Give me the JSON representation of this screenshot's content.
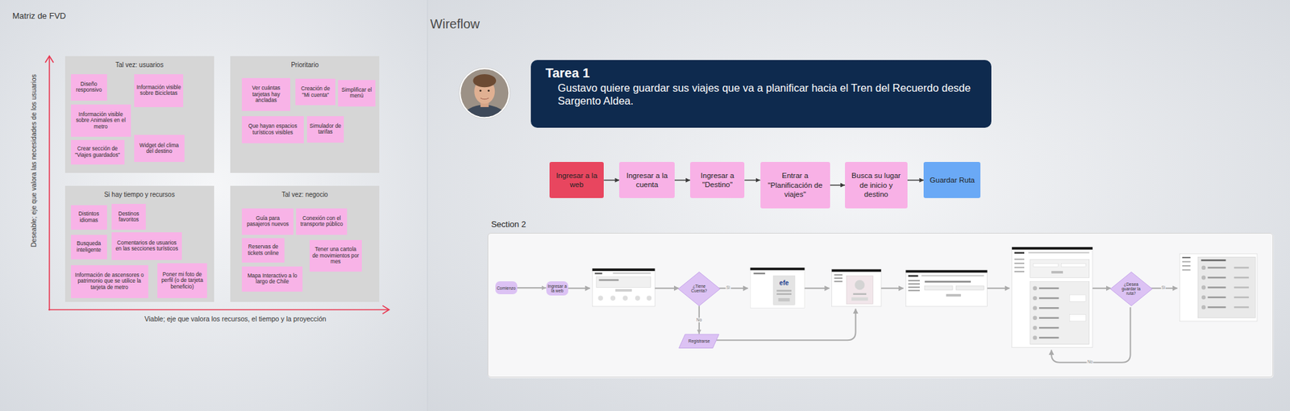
{
  "diagram": {
    "nodes": [
      {
        "text": [
          "Tal vez: usuarios"
        ]
      },
      {
        "text": [
          "Diseño responsivo"
        ],
        "in": 0
      },
      {
        "text": [
          "Información visible sobre Bicicletas"
        ],
        "in": 0
      },
      {
        "text": [
          "Información visible sobre Animales en el metro"
        ],
        "in": 0
      },
      {
        "text": [
          "Crear sección de \"Viajes guardados\""
        ],
        "in": 0
      },
      {
        "text": [
          "Widget del clima del destino"
        ],
        "in": 0
      },
      {
        "text": [
          "Prioritario"
        ]
      },
      {
        "text": [
          "Ver cuántas tarjetas hay ancladas"
        ],
        "in": 6
      },
      {
        "text": [
          "Creación de \"Mi cuenta\""
        ],
        "in": 6
      },
      {
        "text": [
          "Simplificar el menú"
        ],
        "in": 6
      },
      {
        "text": [
          "Que hayan espacios turísticos visibles"
        ],
        "in": 6
      },
      {
        "text": [
          "Simulador de tarifas"
        ],
        "in": 6
      },
      {
        "text": [
          "Si hay tiempo y recursos"
        ]
      },
      {
        "text": [
          "Distintos idiomas"
        ],
        "in": 12
      },
      {
        "text": [
          "Destinos favoritos"
        ],
        "in": 12
      },
      {
        "text": [
          "Busqueda inteligente"
        ],
        "in": 12
      },
      {
        "text": [
          "Comentarios de usuarios en las secciones turísticos"
        ],
        "in": 12
      },
      {
        "text": [
          "Información de ascensores o patrimonio que se utilice la tarjeta de metro"
        ],
        "in": 12
      },
      {
        "text": [
          "Poner mi foto de perfil (o de tarjeta beneficio)"
        ],
        "in": 12
      },
      {
        "text": [
          "Tal vez: negocio"
        ]
      },
      {
        "text": [
          "Guía para pasajeros nuevos"
        ],
        "in": 19
      },
      {
        "text": [
          "Conexión con el transporte público"
        ],
        "in": 19
      },
      {
        "text": [
          "Reservas de tickets online"
        ],
        "in": 19
      },
      {
        "text": [
          "Tener una cartola de movimientos por mes"
        ],
        "in": 19
      },
      {
        "text": [
          "Mapa Interactivo a lo largo de Chile"
        ],
        "in": 19
      },
      {
        "text": [
          "Tarea 1",
          "Gustavo quiere guardar sus viajes que va a planificar hacia el Tren del Recuerdo desde Sargento Aldea."
        ]
      },
      {
        "text": [
          "Ingresar a la web"
        ]
      },
      {
        "text": [
          "Ingresar a la cuenta"
        ]
      },
      {
        "text": [
          "Ingresar a \"Destino\""
        ]
      },
      {
        "text": [
          "Entrar a \"Planificación de viajes\""
        ]
      },
      {
        "text": [
          "Busca su lugar de inicio y destino"
        ]
      },
      {
        "text": [
          "Guardar Ruta"
        ]
      },
      {
        "text": [
          "Section 2"
        ]
      },
      {
        "text": [
          "Comienzo"
        ],
        "in": 32
      },
      {
        "text": [
          "Ingresar a la web"
        ],
        "in": 32
      },
      {
        "text": [
          "¿Tiene Cuenta?"
        ],
        "in": 32
      },
      {
        "text": [
          "Registrarse"
        ],
        "in": 32
      },
      {
        "text": [
          "¿Desea guardar la ruta?"
        ],
        "in": 32
      }
    ],
    "edges": [
      {
        "from": 26,
        "to": 27,
        "arrow": "to"
      },
      {
        "from": 27,
        "to": 28,
        "arrow": "to"
      },
      {
        "from": 28,
        "to": 29,
        "arrow": "to"
      },
      {
        "from": 29,
        "to": 30,
        "arrow": "to"
      },
      {
        "from": 30,
        "to": 31,
        "arrow": "to"
      },
      {
        "from": 33,
        "to": 34,
        "arrow": "to"
      },
      {
        "from": 35,
        "to": 36,
        "label": "No",
        "arrow": "to"
      }
    ],
    "labels": [
      "Matriz de FVD",
      "Deseable; eje que valora las necesidades de los usuarios",
      "Viable; eje que valora los recursos, el tiempo y la proyección",
      "Wireflow",
      "efe",
      "Si",
      "Si",
      "No"
    ]
  }
}
